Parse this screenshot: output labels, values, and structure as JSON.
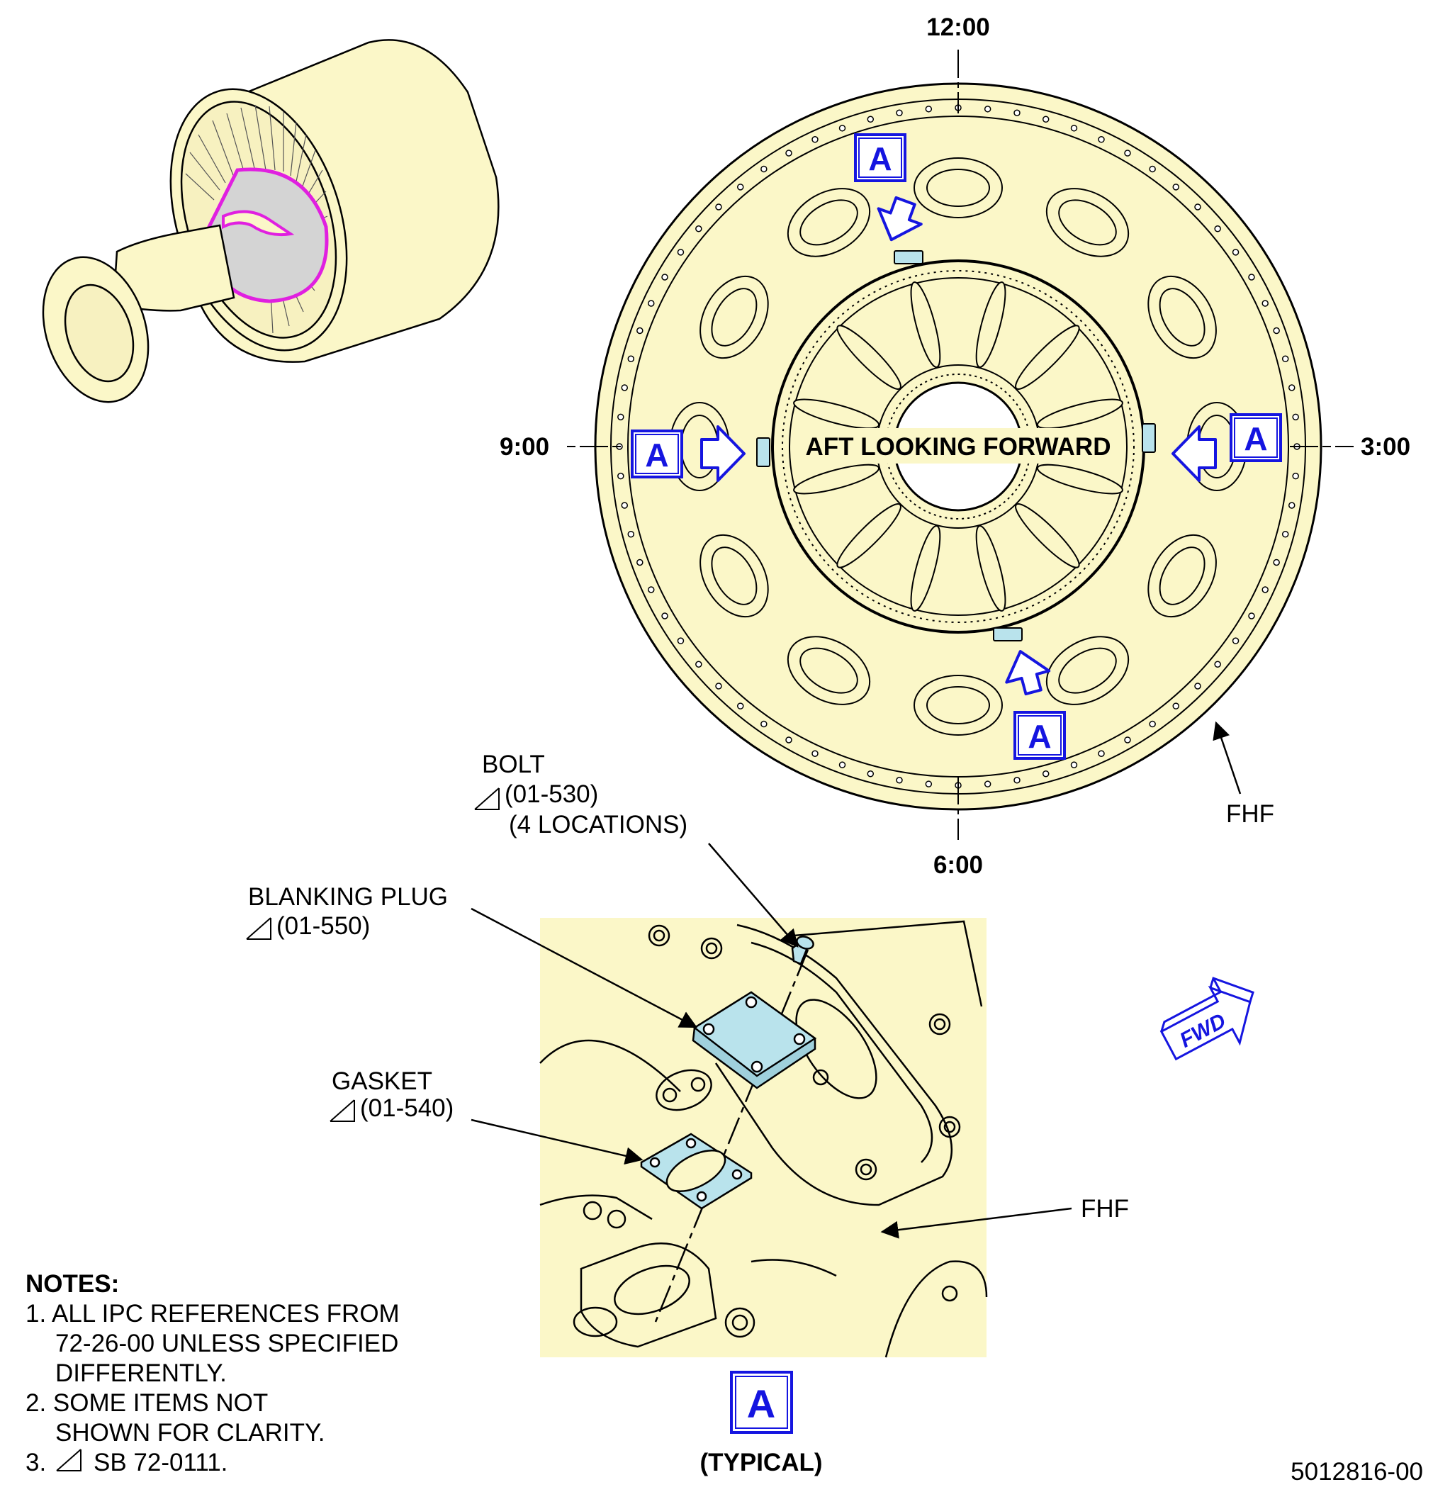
{
  "clock": {
    "top": "12:00",
    "right": "3:00",
    "bottom": "6:00",
    "left": "9:00"
  },
  "view_title": "AFT LOOKING FORWARD",
  "callout_letter": "A",
  "fhf_label": "FHF",
  "bolt": {
    "name": "BOLT",
    "ref": "(01-530)",
    "qty": "(4 LOCATIONS)"
  },
  "blanking_plug": {
    "name": "BLANKING PLUG",
    "ref": "(01-550)"
  },
  "gasket": {
    "name": "GASKET",
    "ref": "(01-540)"
  },
  "fwd_label": "FWD",
  "detail_caption": "(TYPICAL)",
  "notes": {
    "title": "NOTES:",
    "lines": [
      "1. ALL IPC REFERENCES FROM",
      "72-26-00 UNLESS SPECIFIED",
      "DIFFERENTLY.",
      "2. SOME ITEMS NOT",
      "SHOWN FOR CLARITY.",
      "3.",
      "SB 72-0111."
    ]
  },
  "figure_id": "5012816-00",
  "colors": {
    "part_fill": "#fbf7c8",
    "callout_blue": "#1515e0",
    "highlight_magenta": "#e020e0",
    "part_blue": "#b9e3ec"
  }
}
